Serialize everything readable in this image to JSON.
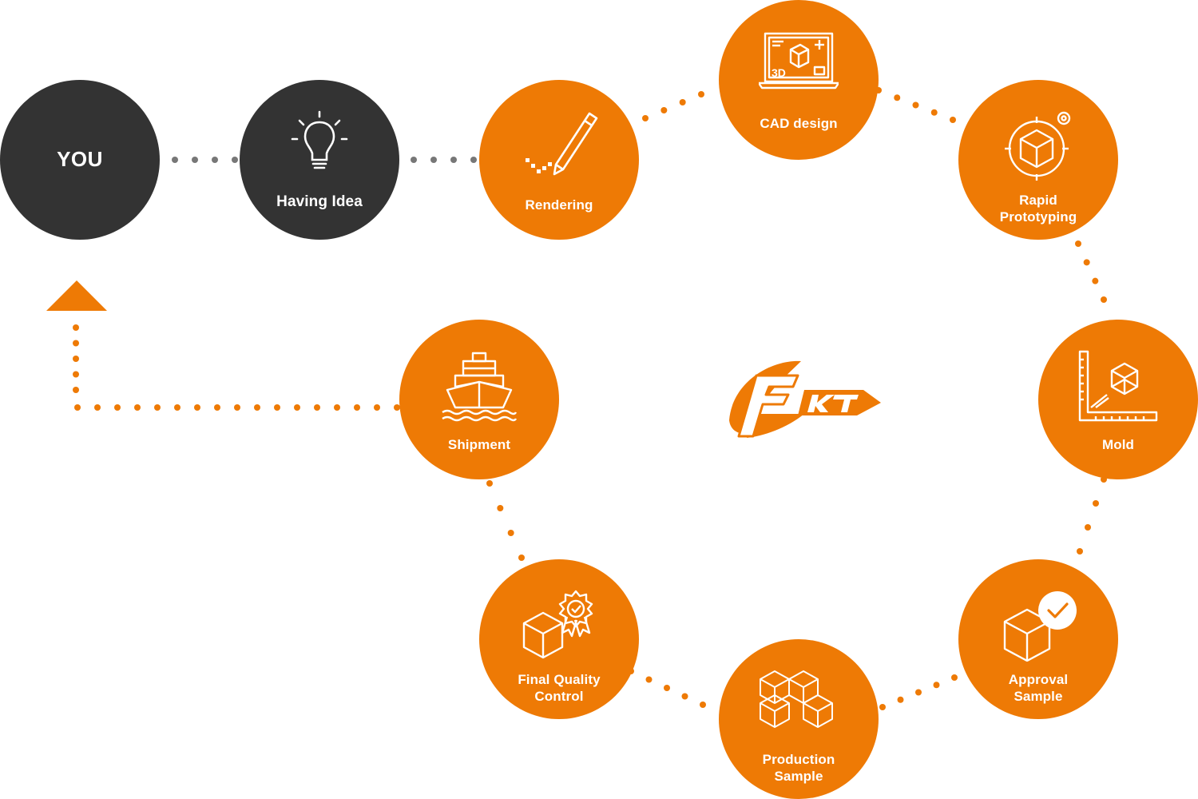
{
  "colors": {
    "accent": "#ee7a05",
    "dark": "#333333",
    "connector_gray": "#777777",
    "text": "#ffffff"
  },
  "logo": {
    "text": "FKT",
    "icon": "fkt-logo"
  },
  "nodes": {
    "you": {
      "label": "YOU"
    },
    "having_idea": {
      "label": "Having Idea",
      "icon": "lightbulb-icon"
    },
    "rendering": {
      "label": "Rendering",
      "icon": "pencil-icon"
    },
    "cad_design": {
      "label": "CAD design",
      "icon": "laptop-3d-icon"
    },
    "rapid_prototyping": {
      "label_line1": "Rapid",
      "label_line2": "Prototyping",
      "icon": "cube-target-icon"
    },
    "mold": {
      "label": "Mold",
      "icon": "ruler-cube-icon"
    },
    "approval_sample": {
      "label_line1": "Approval",
      "label_line2": "Sample",
      "icon": "cube-check-icon"
    },
    "production_sample": {
      "label_line1": "Production",
      "label_line2": "Sample",
      "icon": "cube-stack-icon"
    },
    "final_quality_control": {
      "label_line1": "Final Quality",
      "label_line2": "Control",
      "icon": "cube-badge-icon"
    },
    "shipment": {
      "label": "Shipment",
      "icon": "ship-icon"
    }
  }
}
